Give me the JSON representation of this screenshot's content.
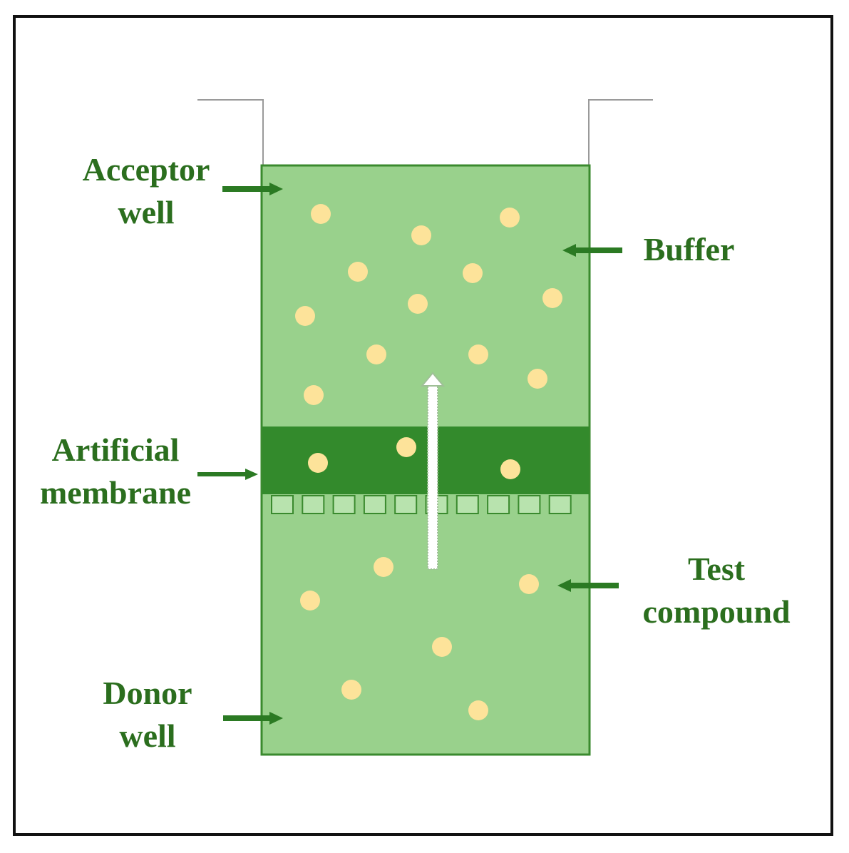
{
  "labels": {
    "acceptor_line1": "Acceptor",
    "acceptor_line2": "well",
    "buffer": "Buffer",
    "membrane_line1": "Artificial",
    "membrane_line2": "membrane",
    "test_line1": "Test",
    "test_line2": "compound",
    "donor_line1": "Donor",
    "donor_line2": "well"
  },
  "colors": {
    "frame": "#111111",
    "well_fill": "#99d18c",
    "well_border": "#3a8a2e",
    "membrane": "#338a2c",
    "pore_fill": "#b8e3ae",
    "compound": "#fde39a",
    "arrow": "#2b7a23",
    "label": "#2b6e1e",
    "rim": "#9a9a9a"
  }
}
